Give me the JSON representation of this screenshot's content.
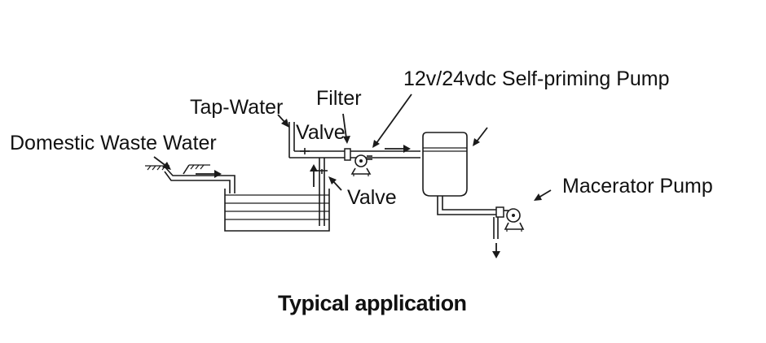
{
  "labels": {
    "domestic_waste_water": "Domestic Waste Water",
    "tap_water": "Tap-Water",
    "valve_upper": "Valve",
    "filter": "Filter",
    "pump": "12v/24vdc  Self-priming Pump",
    "valve_lower": "Valve",
    "macerator_pump": "Macerator Pump"
  },
  "caption": "Typical application"
}
